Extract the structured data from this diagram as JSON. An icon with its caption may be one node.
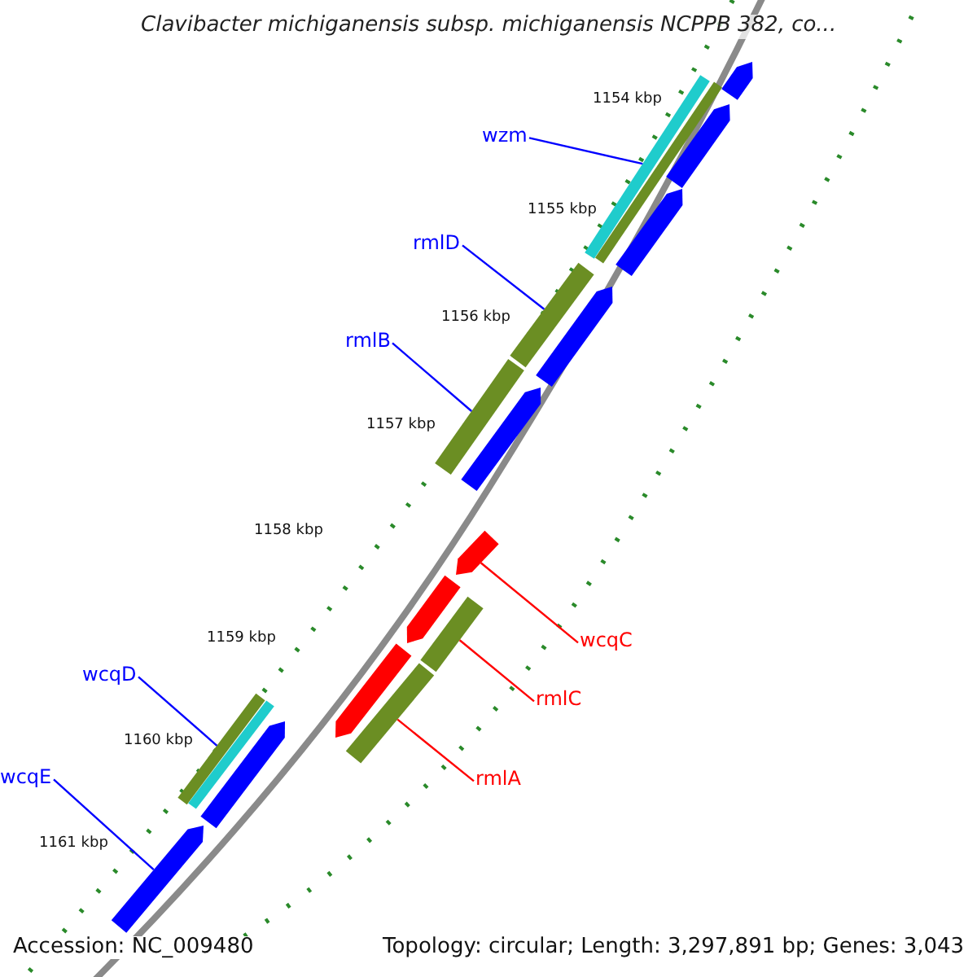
{
  "diagram": {
    "title": "Clavibacter michiganensis subsp. michiganensis NCPPB 382, co...",
    "nodes": [
      {
        "text": [
          "wzm"
        ]
      },
      {
        "text": [],
        "shape": "bar"
      },
      {
        "text": [
          "rmlD"
        ]
      },
      {
        "text": [],
        "shape": "bar"
      },
      {
        "text": [
          "rmlB"
        ]
      },
      {
        "text": [],
        "shape": "bar"
      },
      {
        "text": [
          "wcqC"
        ]
      },
      {
        "text": [],
        "shape": "arrow"
      },
      {
        "text": [
          "wcqD"
        ]
      },
      {
        "text": [],
        "shape": "bar"
      },
      {
        "text": [
          "rmlC"
        ]
      },
      {
        "text": [],
        "shape": "bar"
      },
      {
        "text": [
          "wcqE"
        ]
      },
      {
        "text": [],
        "shape": "arrow"
      },
      {
        "text": [
          "rmlA"
        ]
      },
      {
        "text": [],
        "shape": "bar"
      }
    ],
    "edges": [
      {
        "from": 0,
        "to": 1,
        "arrow": "none"
      },
      {
        "from": 2,
        "to": 3,
        "arrow": "none"
      },
      {
        "from": 4,
        "to": 5,
        "arrow": "none"
      },
      {
        "from": 6,
        "to": 7,
        "arrow": "none",
        "color": "#ff0000"
      },
      {
        "from": 8,
        "to": 9,
        "arrow": "none"
      },
      {
        "from": 10,
        "to": 11,
        "arrow": "none",
        "color": "#ff0000"
      },
      {
        "from": 12,
        "to": 13,
        "arrow": "none"
      },
      {
        "from": 14,
        "to": 15,
        "arrow": "none",
        "color": "#ff0000"
      }
    ],
    "labels": [
      "1154 kbp",
      "1155 kbp",
      "1156 kbp",
      "1157 kbp",
      "1158 kbp",
      "1159 kbp",
      "1160 kbp",
      "1161 kbp",
      "Accession: NC_009480",
      "Topology: circular; Length: 3,297,891 bp; Genes: 3,043"
    ]
  }
}
